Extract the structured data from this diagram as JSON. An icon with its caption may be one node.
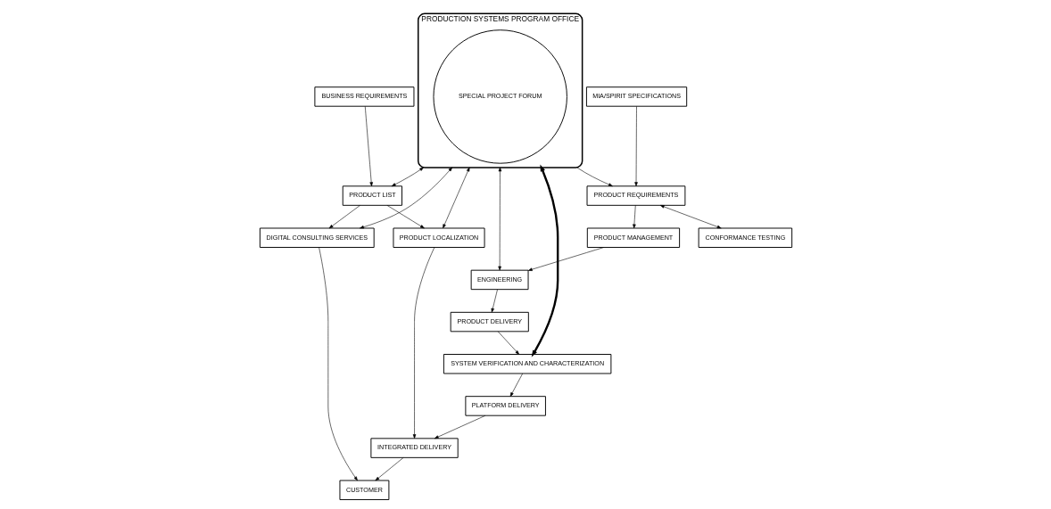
{
  "diagram": {
    "nodes": [
      {
        "text": [
          "MIA/SPIRIT SPECIFICATIONS"
        ]
      },
      {
        "text": [
          "PRODUCT REQUIREMENTS"
        ]
      },
      {
        "text": [
          "CONFORMANCE TESTING"
        ]
      },
      {
        "text": [
          "PRODUCT MANAGEMENT"
        ]
      },
      {
        "text": [
          "ENGINEERING"
        ]
      },
      {
        "text": [
          "PRODUCT DELIVERY"
        ]
      },
      {
        "text": [
          "PRODUCTION SYSTEMS PROGRAM OFFICE"
        ]
      },
      {
        "text": [
          "SPECIAL PROJECT FORUM"
        ],
        "in": 6
      },
      {
        "text": [
          "SYSTEM VERIFICATION AND CHARACTERIZATION"
        ]
      },
      {
        "text": [
          "BUSINESS REQUIREMENTS"
        ]
      },
      {
        "text": [
          "PRODUCT LIST"
        ]
      },
      {
        "text": [
          "DIGITAL CONSULTING SERVICES"
        ]
      },
      {
        "text": [
          "PRODUCT LOCALIZATION"
        ]
      },
      {
        "text": [
          "PLATFORM DELIVERY"
        ]
      },
      {
        "text": [
          "INTEGRATED DELIVERY"
        ]
      },
      {
        "text": [
          "CUSTOMER"
        ]
      }
    ],
    "edges": [
      {
        "from": 0,
        "to": 1,
        "arrow": "to"
      },
      {
        "from": 6,
        "to": 1,
        "arrow": "to"
      },
      {
        "from": 1,
        "to": 2,
        "arrow": "both"
      },
      {
        "from": 1,
        "to": 3,
        "arrow": "to"
      },
      {
        "from": 3,
        "to": 4,
        "arrow": "to"
      },
      {
        "from": 6,
        "to": 4,
        "arrow": "both"
      },
      {
        "from": 4,
        "to": 5,
        "arrow": "to"
      },
      {
        "from": 5,
        "to": 8,
        "arrow": "to"
      },
      {
        "from": 6,
        "to": 8,
        "arrow": "both",
        "style": "thick"
      },
      {
        "from": 9,
        "to": 10,
        "arrow": "to"
      },
      {
        "from": 6,
        "to": 10,
        "arrow": "both"
      },
      {
        "from": 10,
        "to": 11,
        "arrow": "to"
      },
      {
        "from": 6,
        "to": 11,
        "arrow": "both"
      },
      {
        "from": 10,
        "to": 12,
        "arrow": "to"
      },
      {
        "from": 6,
        "to": 12,
        "arrow": "both"
      },
      {
        "from": 8,
        "to": 13,
        "arrow": "to"
      },
      {
        "from": 13,
        "to": 14,
        "arrow": "to"
      },
      {
        "from": 12,
        "to": 14,
        "arrow": "to"
      },
      {
        "from": 14,
        "to": 15,
        "arrow": "to"
      },
      {
        "from": 11,
        "to": 15,
        "arrow": "to"
      }
    ]
  }
}
